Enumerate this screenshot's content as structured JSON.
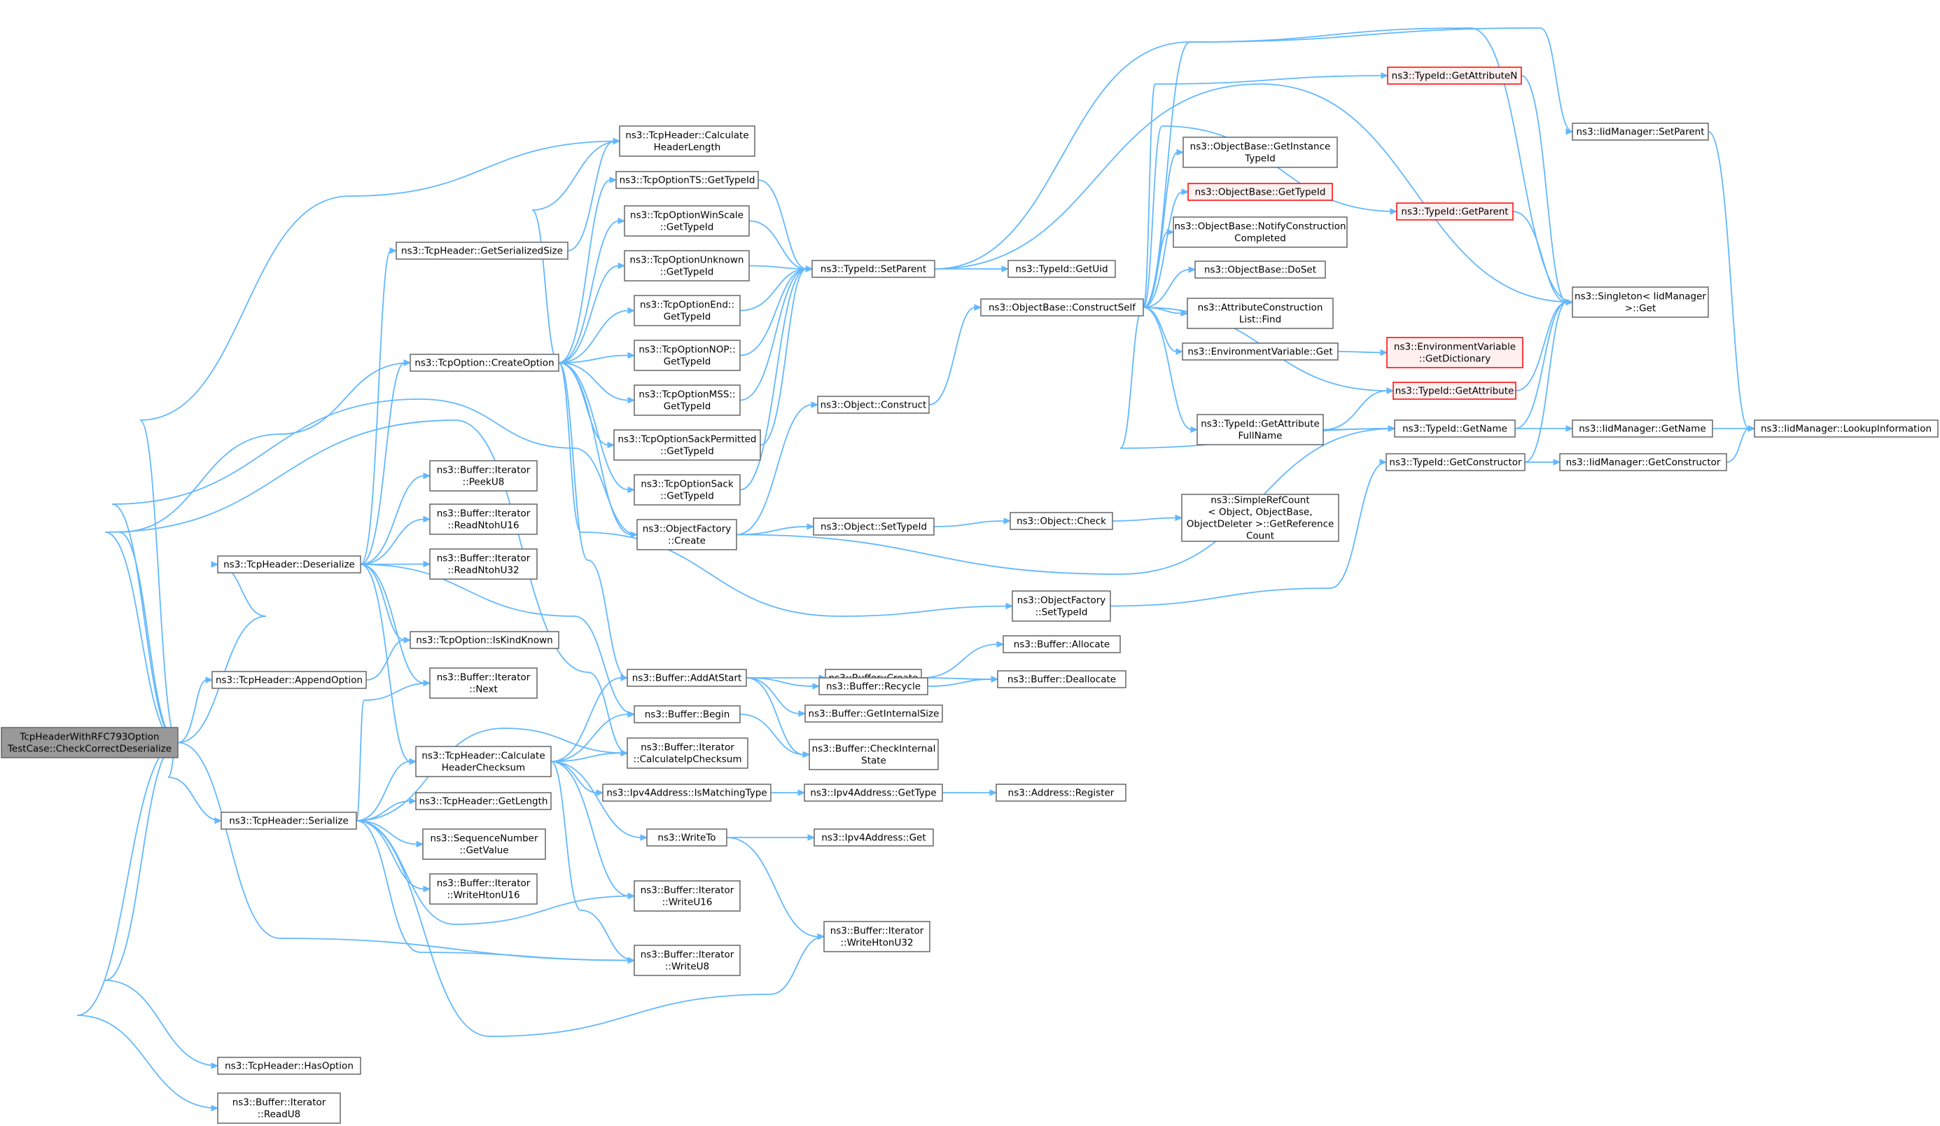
{
  "graph_title": "",
  "colors": {
    "edge": "#63b8ff",
    "node_border": "#666666",
    "root_fill": "#999999",
    "red_border": "#ff0000",
    "red_fill": "#fff0f0"
  },
  "nodes": [
    {
      "id": "root",
      "lines": [
        "TcpHeaderWithRFC793Option",
        "TestCase::CheckCorrectDeserialize"
      ],
      "style": "root"
    },
    {
      "id": "deser",
      "lines": [
        "ns3::TcpHeader::Deserialize"
      ]
    },
    {
      "id": "append",
      "lines": [
        "ns3::TcpHeader::AppendOption"
      ]
    },
    {
      "id": "ser",
      "lines": [
        "ns3::TcpHeader::Serialize"
      ]
    },
    {
      "id": "hasopt",
      "lines": [
        "ns3::TcpHeader::HasOption"
      ]
    },
    {
      "id": "readu8",
      "lines": [
        "ns3::Buffer::Iterator",
        "::ReadU8"
      ]
    },
    {
      "id": "serial_size",
      "lines": [
        "ns3::TcpHeader::GetSerializedSize"
      ]
    },
    {
      "id": "calc_hlen",
      "lines": [
        "ns3::TcpHeader::Calculate",
        "HeaderLength"
      ]
    },
    {
      "id": "createopt",
      "lines": [
        "ns3::TcpOption::CreateOption"
      ]
    },
    {
      "id": "peeku8",
      "lines": [
        "ns3::Buffer::Iterator",
        "::PeekU8"
      ]
    },
    {
      "id": "readntohu16",
      "lines": [
        "ns3::Buffer::Iterator",
        "::ReadNtohU16"
      ]
    },
    {
      "id": "readntohu32",
      "lines": [
        "ns3::Buffer::Iterator",
        "::ReadNtohU32"
      ]
    },
    {
      "id": "iskindknown",
      "lines": [
        "ns3::TcpOption::IsKindKnown"
      ]
    },
    {
      "id": "next",
      "lines": [
        "ns3::Buffer::Iterator",
        "::Next"
      ]
    },
    {
      "id": "calc_hcs",
      "lines": [
        "ns3::TcpHeader::Calculate",
        "HeaderChecksum"
      ]
    },
    {
      "id": "getlength",
      "lines": [
        "ns3::TcpHeader::GetLength"
      ]
    },
    {
      "id": "seqval",
      "lines": [
        "ns3::SequenceNumber",
        "::GetValue"
      ]
    },
    {
      "id": "writehtonu16",
      "lines": [
        "ns3::Buffer::Iterator",
        "::WriteHtonU16"
      ]
    },
    {
      "id": "ts_gettid",
      "lines": [
        "ns3::TcpOptionTS::GetTypeId"
      ]
    },
    {
      "id": "ws_gettid",
      "lines": [
        "ns3::TcpOptionWinScale",
        "::GetTypeId"
      ]
    },
    {
      "id": "unk_gettid",
      "lines": [
        "ns3::TcpOptionUnknown",
        "::GetTypeId"
      ]
    },
    {
      "id": "end_gettid",
      "lines": [
        "ns3::TcpOptionEnd::",
        "GetTypeId"
      ]
    },
    {
      "id": "nop_gettid",
      "lines": [
        "ns3::TcpOptionNOP::",
        "GetTypeId"
      ]
    },
    {
      "id": "mss_gettid",
      "lines": [
        "ns3::TcpOptionMSS::",
        "GetTypeId"
      ]
    },
    {
      "id": "sackp_gettid",
      "lines": [
        "ns3::TcpOptionSackPermitted",
        "::GetTypeId"
      ]
    },
    {
      "id": "sack_gettid",
      "lines": [
        "ns3::TcpOptionSack",
        "::GetTypeId"
      ]
    },
    {
      "id": "of_create",
      "lines": [
        "ns3::ObjectFactory",
        "::Create"
      ]
    },
    {
      "id": "addatstart",
      "lines": [
        "ns3::Buffer::AddAtStart"
      ]
    },
    {
      "id": "begin",
      "lines": [
        "ns3::Buffer::Begin"
      ]
    },
    {
      "id": "calcipcs",
      "lines": [
        "ns3::Buffer::Iterator",
        "::CalculateIpChecksum"
      ]
    },
    {
      "id": "ismatching",
      "lines": [
        "ns3::Ipv4Address::IsMatchingType"
      ]
    },
    {
      "id": "writeto",
      "lines": [
        "ns3::WriteTo"
      ]
    },
    {
      "id": "writeu16",
      "lines": [
        "ns3::Buffer::Iterator",
        "::WriteU16"
      ]
    },
    {
      "id": "writeu8",
      "lines": [
        "ns3::Buffer::Iterator",
        "::WriteU8"
      ]
    },
    {
      "id": "setparent",
      "lines": [
        "ns3::TypeId::SetParent"
      ]
    },
    {
      "id": "obj_construct",
      "lines": [
        "ns3::Object::Construct"
      ]
    },
    {
      "id": "obj_settid",
      "lines": [
        "ns3::Object::SetTypeId"
      ]
    },
    {
      "id": "buf_create",
      "lines": [
        "ns3::Buffer::Create"
      ]
    },
    {
      "id": "buf_recycle",
      "lines": [
        "ns3::Buffer::Recycle"
      ]
    },
    {
      "id": "buf_getinternalsize",
      "lines": [
        "ns3::Buffer::GetInternalSize"
      ]
    },
    {
      "id": "buf_checkinternal",
      "lines": [
        "ns3::Buffer::CheckInternal",
        "State"
      ]
    },
    {
      "id": "ipv4_gettype",
      "lines": [
        "ns3::Ipv4Address::GetType"
      ]
    },
    {
      "id": "ipv4_get",
      "lines": [
        "ns3::Ipv4Address::Get"
      ]
    },
    {
      "id": "writehtonu32",
      "lines": [
        "ns3::Buffer::Iterator",
        "::WriteHtonU32"
      ]
    },
    {
      "id": "getuid",
      "lines": [
        "ns3::TypeId::GetUid"
      ]
    },
    {
      "id": "constructself",
      "lines": [
        "ns3::ObjectBase::ConstructSelf"
      ]
    },
    {
      "id": "obj_check",
      "lines": [
        "ns3::Object::Check"
      ]
    },
    {
      "id": "of_settid",
      "lines": [
        "ns3::ObjectFactory",
        "::SetTypeId"
      ]
    },
    {
      "id": "buf_allocate",
      "lines": [
        "ns3::Buffer::Allocate"
      ]
    },
    {
      "id": "buf_deallocate",
      "lines": [
        "ns3::Buffer::Deallocate"
      ]
    },
    {
      "id": "addr_register",
      "lines": [
        "ns3::Address::Register"
      ]
    },
    {
      "id": "ob_getinstance",
      "lines": [
        "ns3::ObjectBase::GetInstance",
        "TypeId"
      ]
    },
    {
      "id": "ob_gettid",
      "lines": [
        "ns3::ObjectBase::GetTypeId"
      ],
      "style": "red"
    },
    {
      "id": "ob_notify",
      "lines": [
        "ns3::ObjectBase::NotifyConstruction",
        "Completed"
      ]
    },
    {
      "id": "ob_doset",
      "lines": [
        "ns3::ObjectBase::DoSet"
      ]
    },
    {
      "id": "acl_find",
      "lines": [
        "ns3::AttributeConstruction",
        "List::Find"
      ]
    },
    {
      "id": "env_get",
      "lines": [
        "ns3::EnvironmentVariable::Get"
      ]
    },
    {
      "id": "tid_getattrfullname",
      "lines": [
        "ns3::TypeId::GetAttribute",
        "FullName"
      ]
    },
    {
      "id": "simplerefcount",
      "lines": [
        "ns3::SimpleRefCount",
        "< Object, ObjectBase,",
        "ObjectDeleter >::GetReference",
        "Count"
      ]
    },
    {
      "id": "tid_getattrn",
      "lines": [
        "ns3::TypeId::GetAttributeN"
      ],
      "style": "red"
    },
    {
      "id": "tid_getparent",
      "lines": [
        "ns3::TypeId::GetParent"
      ],
      "style": "red"
    },
    {
      "id": "env_getdict",
      "lines": [
        "ns3::EnvironmentVariable",
        "::GetDictionary"
      ],
      "style": "red"
    },
    {
      "id": "tid_getattr",
      "lines": [
        "ns3::TypeId::GetAttribute"
      ],
      "style": "red"
    },
    {
      "id": "tid_getname",
      "lines": [
        "ns3::TypeId::GetName"
      ]
    },
    {
      "id": "tid_getconstructor",
      "lines": [
        "ns3::TypeId::GetConstructor"
      ]
    },
    {
      "id": "iid_setparent",
      "lines": [
        "ns3::IidManager::SetParent"
      ]
    },
    {
      "id": "singleton_get",
      "lines": [
        "ns3::Singleton< IidManager",
        ">::Get"
      ]
    },
    {
      "id": "iid_getname",
      "lines": [
        "ns3::IidManager::GetName"
      ]
    },
    {
      "id": "iid_getconstructor",
      "lines": [
        "ns3::IidManager::GetConstructor"
      ]
    },
    {
      "id": "iid_lookup",
      "lines": [
        "ns3::IidManager::LookupInformation"
      ]
    }
  ]
}
